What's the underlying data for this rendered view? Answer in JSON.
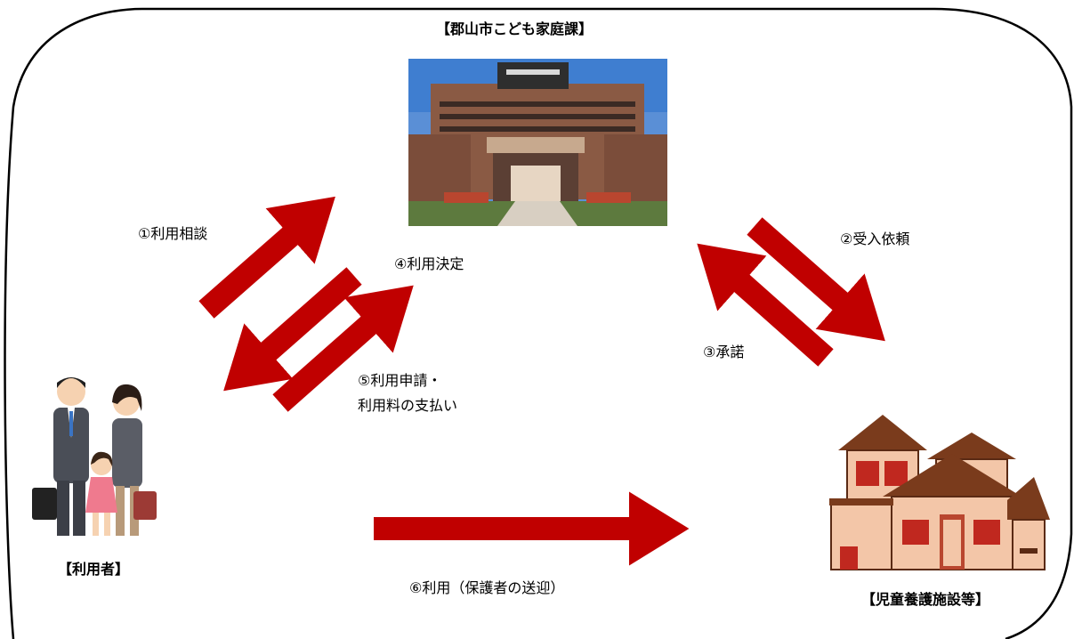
{
  "nodes": {
    "city_office": "【郡山市こども家庭課】",
    "user": "【利用者】",
    "facility": "【児童養護施設等】"
  },
  "flows": {
    "step1": "①利用相談",
    "step2": "②受入依頼",
    "step3": "③承諾",
    "step4": "④利用決定",
    "step5_line1": "⑤利用申請・",
    "step5_line2": "利用料の支払い",
    "step6": "⑥利用（保護者の送迎）"
  },
  "colors": {
    "arrow": "#c00000",
    "frame": "#000000"
  }
}
